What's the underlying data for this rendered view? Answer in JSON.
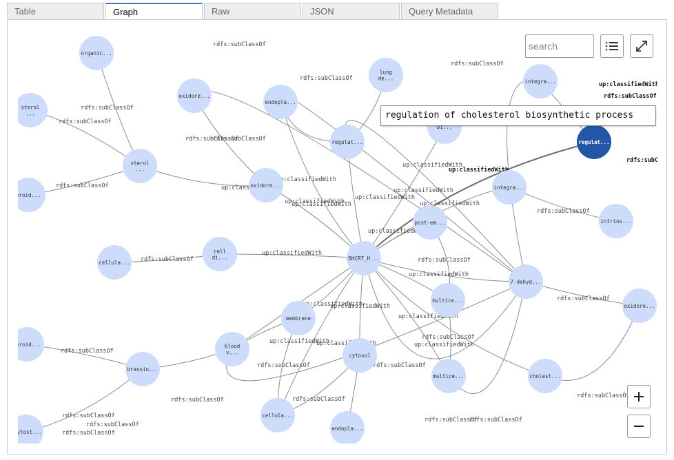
{
  "tabs": [
    {
      "label": "Table"
    },
    {
      "label": "Graph"
    },
    {
      "label": "Raw"
    },
    {
      "label": "JSON"
    },
    {
      "label": "Query Metadata"
    }
  ],
  "active_tab": "Graph",
  "search": {
    "placeholder": "search"
  },
  "tooltip": {
    "text": "regulation of cholesterol biosynthetic process"
  },
  "controls": {
    "list_icon": "list-icon",
    "fullscreen_icon": "expand-icon",
    "zoom_in_icon": "plus-icon",
    "zoom_out_icon": "minus-icon"
  },
  "colors": {
    "node": "#cddcfa",
    "node_selected": "#2456a8",
    "edge": "#8c8c8c",
    "tab_active_border": "#3a78c2"
  },
  "graph": {
    "nodes": [
      {
        "id": "organic",
        "label": "organic..."
      },
      {
        "id": "oxidore1",
        "label": "oxidore..."
      },
      {
        "id": "endopla1",
        "label": "endopla..."
      },
      {
        "id": "lung",
        "label": "lung|de..."
      },
      {
        "id": "integra1",
        "label": "integra..."
      },
      {
        "id": "sterol1",
        "label": "sterol|..."
      },
      {
        "id": "sterol2",
        "label": "sterol|..."
      },
      {
        "id": "regulat1",
        "label": "regulat..."
      },
      {
        "id": "bi",
        "label": "bi..."
      },
      {
        "id": "regulat2",
        "label": "regulat...",
        "selected": true
      },
      {
        "id": "oxidore2",
        "label": "oxidore..."
      },
      {
        "id": "integra2",
        "label": "integra..."
      },
      {
        "id": "eroid",
        "label": "eroid..."
      },
      {
        "id": "intrins",
        "label": "intrins..."
      },
      {
        "id": "postem",
        "label": "post-em..."
      },
      {
        "id": "celldi",
        "label": "cell|di..."
      },
      {
        "id": "cellula1",
        "label": "cellula..."
      },
      {
        "id": "dhcr7",
        "label": "DHCR7_H..."
      },
      {
        "id": "dehyd",
        "label": "7-dehyd..."
      },
      {
        "id": "multice1",
        "label": "multice..."
      },
      {
        "id": "oxidore3",
        "label": "oxidore..."
      },
      {
        "id": "membrane",
        "label": "membrane"
      },
      {
        "id": "teroid",
        "label": "teroid..."
      },
      {
        "id": "bloodv",
        "label": "blood|v..."
      },
      {
        "id": "cytosol",
        "label": "cytosol"
      },
      {
        "id": "brassin",
        "label": "brassin..."
      },
      {
        "id": "multice2",
        "label": "multice..."
      },
      {
        "id": "cholest",
        "label": "cholest..."
      },
      {
        "id": "cellula2",
        "label": "cellula..."
      },
      {
        "id": "phytost",
        "label": "phytost..."
      },
      {
        "id": "endopla2",
        "label": "endopla..."
      }
    ],
    "edge_labels": [
      "rdfs:subClassOf",
      "rdfs:subClassOf",
      "rdfs:subClassOf",
      "rdfs:subClassOf",
      "rdfs:subClassOf",
      "rdfs:subClassOf",
      "rdfs:subClassOf",
      "rdfs:subClassOf",
      "rdfs:subClassOf",
      "rdfs:subClassOf",
      "rdfs:subClassOf",
      "rdfs:subClassOf",
      "rdfs:subClassOf",
      "rdfs:subClassOf",
      "rdfs:subClassOf",
      "rdfs:subClassOf",
      "rdfs:subClassOf",
      "rdfs:subClassOf",
      "rdfs:subClassOf",
      "rdfs:subClassOf",
      "rdfs:subClassOf",
      "rdfs:subClassOf",
      "rdfs:subClassOf",
      "up:classifiedWith",
      "up:classifiedWith",
      "up:classifiedWith",
      "up:classifiedWith",
      "up:classifiedWith",
      "up:classifiedWith",
      "up:classifiedWith",
      "up:classifiedWith",
      "up:classifiedWith",
      "up:classifiedWith",
      "up:classifiedWith",
      "up:classifiedWith",
      "up:classifiedWith",
      "up:classifiedWith",
      "up:classifiedWith",
      "up:classifiedWith",
      "up:classifiedWith",
      "up:classifiedWith",
      "up:classifiedWith",
      "rdfs:subClassOf",
      "rdfs:subClassOf",
      "rdfs:subClassOf"
    ]
  }
}
